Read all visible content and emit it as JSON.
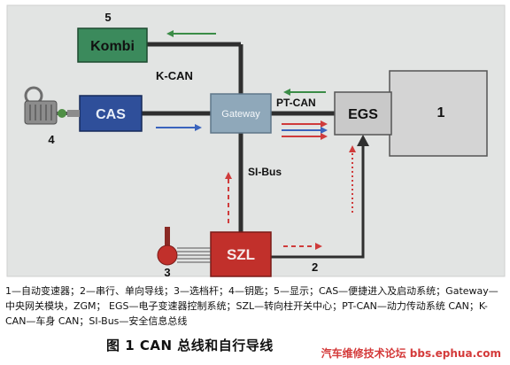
{
  "nodes": {
    "kombi": {
      "label": "Kombi",
      "number": "5"
    },
    "cas": {
      "label": "CAS",
      "number": "4"
    },
    "gateway": {
      "label": "Gateway"
    },
    "egs": {
      "label": "EGS"
    },
    "unit1": {
      "number": "1"
    },
    "szl": {
      "label": "SZL",
      "number": "3"
    }
  },
  "bus_labels": {
    "k_can": "K-CAN",
    "pt_can": "PT-CAN",
    "si_bus": "SI-Bus",
    "line_2": "2"
  },
  "caption": {
    "legend_text": "1—自动变速器；2—串行、单向导线；3—选档杆；4—钥匙；5—显示；CAS—便捷进入及启动系统；Gateway—中央网关模块，ZGM； EGS—电子变速器控制系统；SZL—转向柱开关中心；PT-CAN—动力传动系统 CAN；K-CAN—车身 CAN；SI-Bus—安全信息总线",
    "title": "图 1   CAN 总线和自行导线"
  },
  "watermark": "汽车维修技术论坛 bbs.ephua.com",
  "colors": {
    "background": "#e2e4e3",
    "bus_line": "#2f2f2f",
    "kombi": "#3b8a5c",
    "cas": "#2f4f9a",
    "gateway": "#8fa8ba",
    "egs": "#c9c9c9",
    "unit1": "#d4d4d4",
    "szl": "#c1302b",
    "arrow_red": "#cf3b3b",
    "arrow_blue": "#3a63bd",
    "arrow_green": "#3b8c47"
  }
}
